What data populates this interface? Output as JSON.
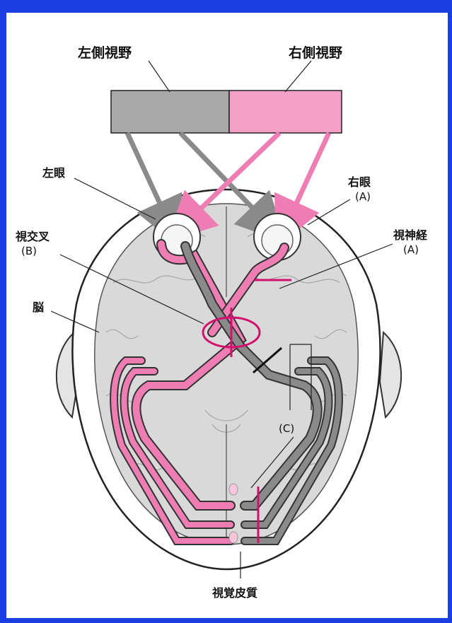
{
  "labels": {
    "left_visual_field": "左側視野",
    "right_visual_field": "右側視野",
    "left_eye": "左眼",
    "right_eye": "右眼",
    "right_eye_marker": "(A)",
    "optic_chiasm": "視交叉",
    "optic_chiasm_marker": "(B)",
    "optic_nerve": "視神経",
    "optic_nerve_marker": "(A)",
    "brain": "脳",
    "tract_marker": "(C)",
    "visual_cortex": "視覚皮質"
  },
  "colors": {
    "frame": "#1a3fe0",
    "left_field": "#a8a8a8",
    "right_field": "#f3a0c8",
    "pink_path": "#ee7db4",
    "gray_path": "#8a8a8a",
    "lesion_mark": "#d4106e",
    "brain_fill": "#d9d9d9"
  }
}
